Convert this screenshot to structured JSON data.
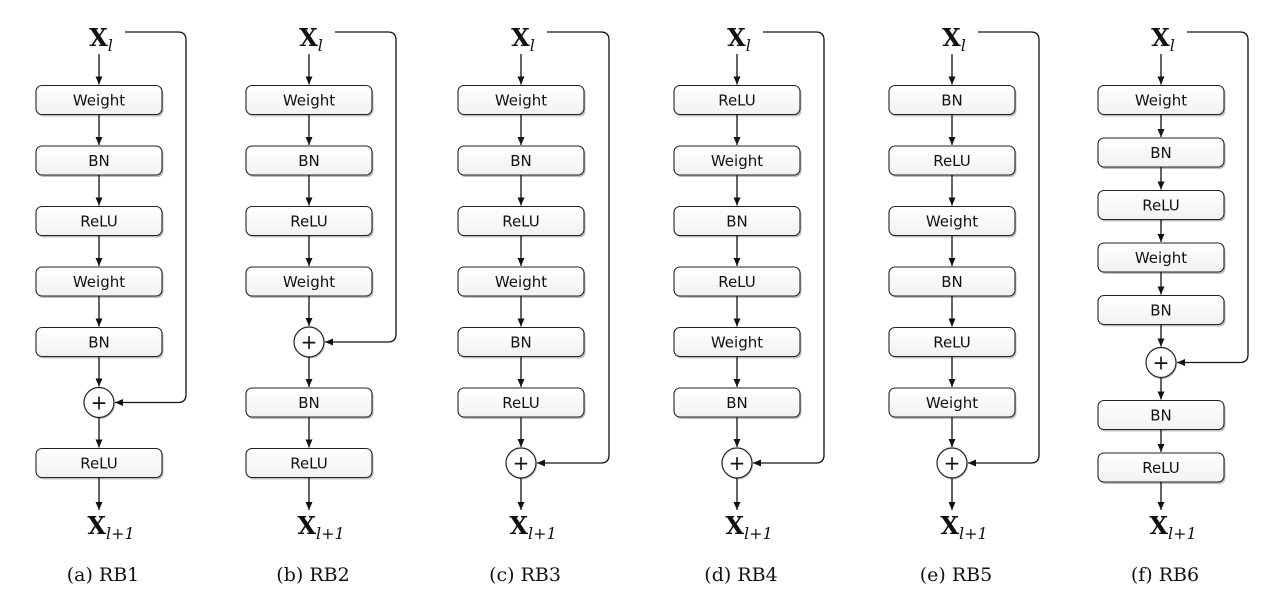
{
  "input_var": {
    "base": "X",
    "sub": "l"
  },
  "output_var": {
    "base": "X",
    "sub": "l+1"
  },
  "add_symbol": "+",
  "diagrams": [
    {
      "id": "rb1",
      "caption": "(a) RB1",
      "pre_add_layers": [
        "Weight",
        "BN",
        "ReLU",
        "Weight",
        "BN"
      ],
      "post_add_layers": [
        "ReLU"
      ]
    },
    {
      "id": "rb2",
      "caption": "(b) RB2",
      "pre_add_layers": [
        "Weight",
        "BN",
        "ReLU",
        "Weight"
      ],
      "post_add_layers": [
        "BN",
        "ReLU"
      ]
    },
    {
      "id": "rb3",
      "caption": "(c) RB3",
      "pre_add_layers": [
        "Weight",
        "BN",
        "ReLU",
        "Weight",
        "BN",
        "ReLU"
      ],
      "post_add_layers": []
    },
    {
      "id": "rb4",
      "caption": "(d) RB4",
      "pre_add_layers": [
        "ReLU",
        "Weight",
        "BN",
        "ReLU",
        "Weight",
        "BN"
      ],
      "post_add_layers": []
    },
    {
      "id": "rb5",
      "caption": "(e) RB5",
      "pre_add_layers": [
        "BN",
        "ReLU",
        "Weight",
        "BN",
        "ReLU",
        "Weight"
      ],
      "post_add_layers": []
    },
    {
      "id": "rb6",
      "caption": "(f) RB6",
      "pre_add_layers": [
        "Weight",
        "BN",
        "ReLU",
        "Weight",
        "BN"
      ],
      "post_add_layers": [
        "BN",
        "ReLU"
      ]
    }
  ]
}
